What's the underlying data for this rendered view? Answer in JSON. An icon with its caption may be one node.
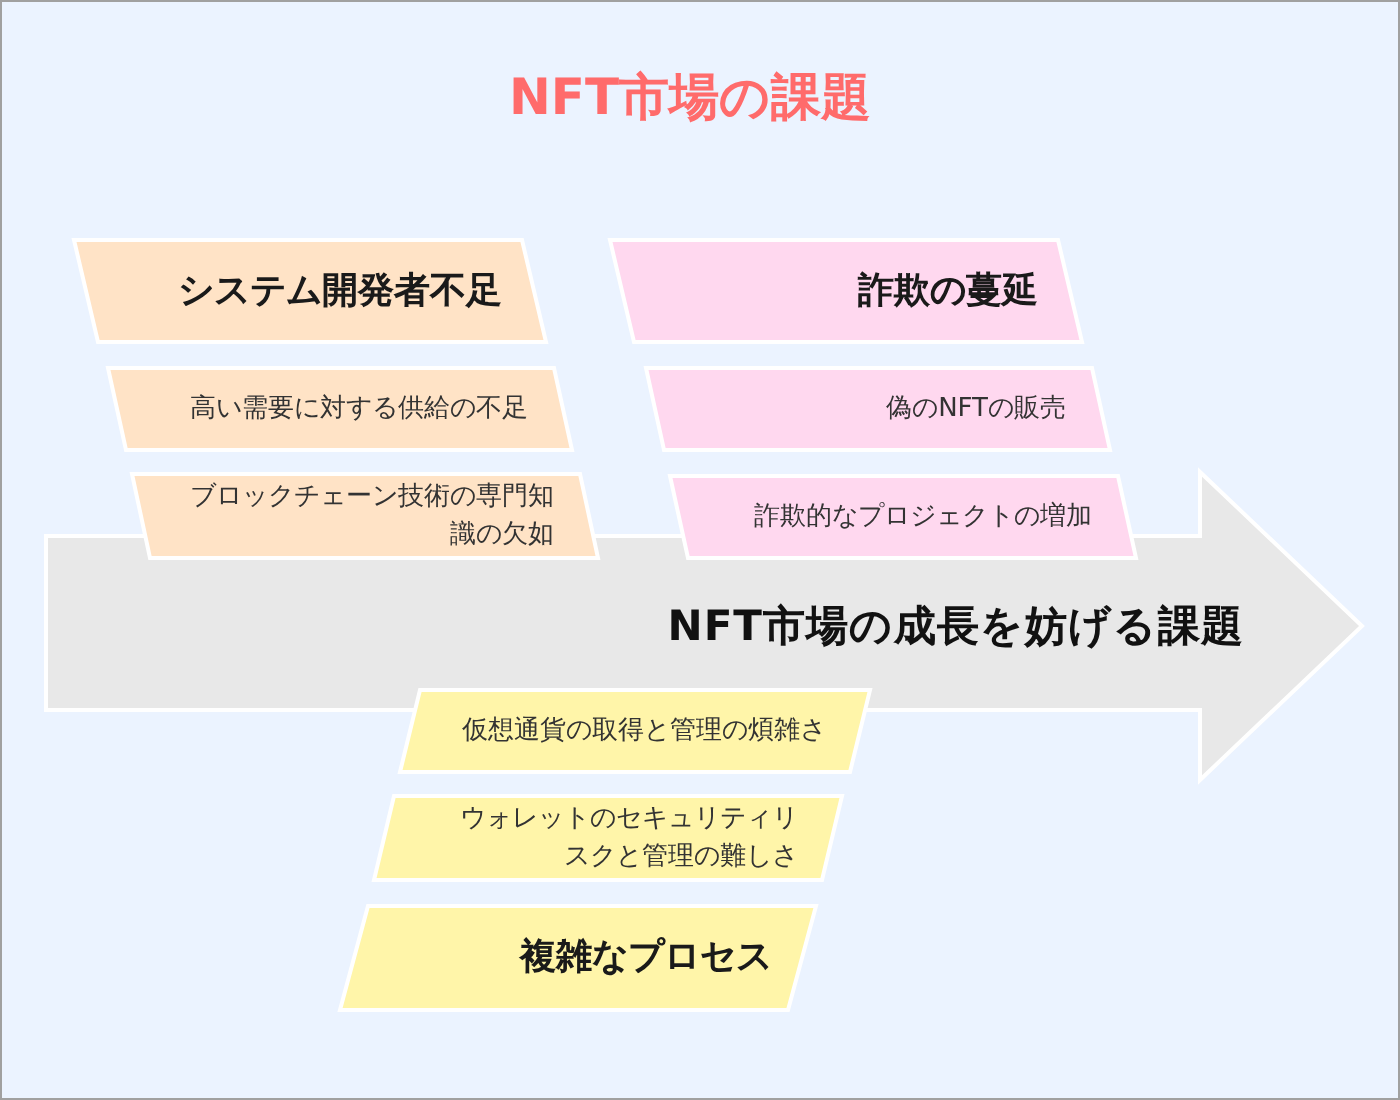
{
  "diagram": {
    "title": "NFT市場の課題",
    "nodes": [
      {
        "text": [
          "システム開発者不足"
        ]
      },
      {
        "text": [
          "高い需要に対する供給の不足"
        ]
      },
      {
        "text": [
          "ブロックチェーン技術の専門知識の欠如"
        ]
      },
      {
        "text": [
          "詐欺の蔓延"
        ]
      },
      {
        "text": [
          "偽のNFTの販売"
        ]
      },
      {
        "text": [
          "詐欺的なプロジェクトの増加"
        ]
      },
      {
        "text": [
          "NFT市場の成長を妨げる課題"
        ]
      },
      {
        "text": [
          "仮想通貨の取得と管理の煩雑さ"
        ]
      },
      {
        "text": [
          "ウォレットのセキュリティリスクと管理の難しさ"
        ]
      },
      {
        "text": [
          "複雑なプロセス"
        ]
      }
    ]
  }
}
